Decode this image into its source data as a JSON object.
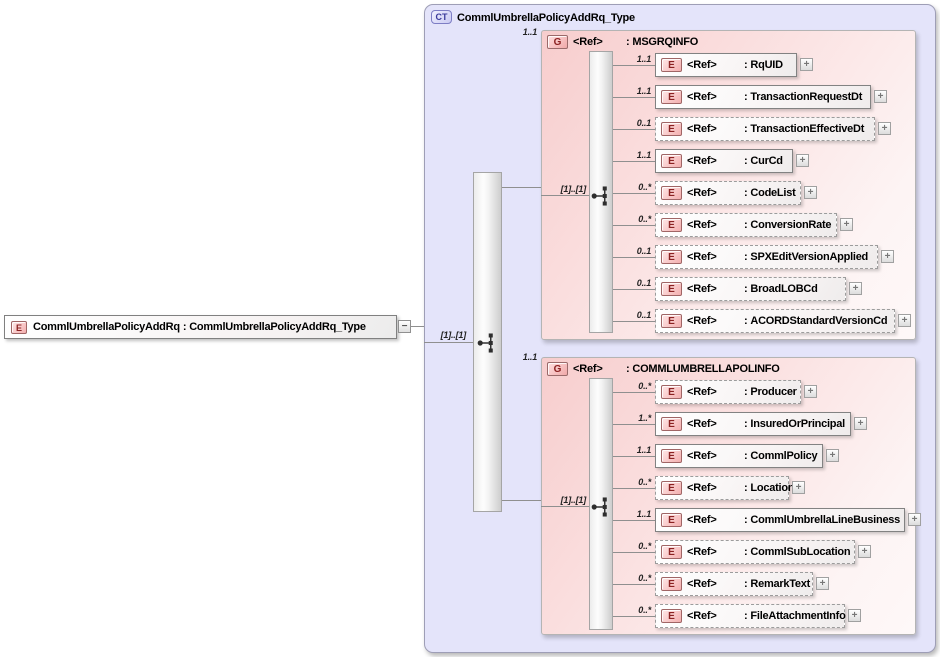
{
  "root_element": {
    "badge": "E",
    "name": "CommlUmbrellaPolicyAddRq",
    "type": "CommlUmbrellaPolicyAddRq_Type"
  },
  "complex_type": {
    "badge": "CT",
    "title": "CommlUmbrellaPolicyAddRq_Type",
    "model_cardinality": "[1]..[1]"
  },
  "labels": {
    "ref": "<Ref>",
    "colon": ":"
  },
  "icons": {
    "expand": "+",
    "collapse": "−",
    "sequence": "sequence-compositor"
  },
  "groups": [
    {
      "badge": "G",
      "name": "MSGRQINFO",
      "cardinality": "1..1",
      "model_cardinality": "[1]..[1]",
      "children": [
        {
          "badge": "E",
          "name": "RqUID",
          "cardinality": "1..1",
          "optional": false
        },
        {
          "badge": "E",
          "name": "TransactionRequestDt",
          "cardinality": "1..1",
          "optional": false
        },
        {
          "badge": "E",
          "name": "TransactionEffectiveDt",
          "cardinality": "0..1",
          "optional": true
        },
        {
          "badge": "E",
          "name": "CurCd",
          "cardinality": "1..1",
          "optional": false
        },
        {
          "badge": "E",
          "name": "CodeList",
          "cardinality": "0..*",
          "optional": true
        },
        {
          "badge": "E",
          "name": "ConversionRate",
          "cardinality": "0..*",
          "optional": true
        },
        {
          "badge": "E",
          "name": "SPXEditVersionApplied",
          "cardinality": "0..1",
          "optional": true
        },
        {
          "badge": "E",
          "name": "BroadLOBCd",
          "cardinality": "0..1",
          "optional": true
        },
        {
          "badge": "E",
          "name": "ACORDStandardVersionCd",
          "cardinality": "0..1",
          "optional": true
        }
      ]
    },
    {
      "badge": "G",
      "name": "COMMLUMBRELLAPOLINFO",
      "cardinality": "1..1",
      "model_cardinality": "[1]..[1]",
      "children": [
        {
          "badge": "E",
          "name": "Producer",
          "cardinality": "0..*",
          "optional": true
        },
        {
          "badge": "E",
          "name": "InsuredOrPrincipal",
          "cardinality": "1..*",
          "optional": false
        },
        {
          "badge": "E",
          "name": "CommlPolicy",
          "cardinality": "1..1",
          "optional": false
        },
        {
          "badge": "E",
          "name": "Location",
          "cardinality": "0..*",
          "optional": true
        },
        {
          "badge": "E",
          "name": "CommlUmbrellaLineBusiness",
          "cardinality": "1..1",
          "optional": false
        },
        {
          "badge": "E",
          "name": "CommlSubLocation",
          "cardinality": "0..*",
          "optional": true
        },
        {
          "badge": "E",
          "name": "RemarkText",
          "cardinality": "0..*",
          "optional": true
        },
        {
          "badge": "E",
          "name": "FileAttachmentInfo",
          "cardinality": "0..*",
          "optional": true
        }
      ]
    }
  ],
  "colors": {
    "container_fill": "#e4e4fa",
    "group_fill": "#f7cdcd",
    "badge_fill": "#f3aeae",
    "badge_text": "#8b2222",
    "ct_badge_text": "#3a3a9a",
    "connector": "#8f8f8f"
  }
}
